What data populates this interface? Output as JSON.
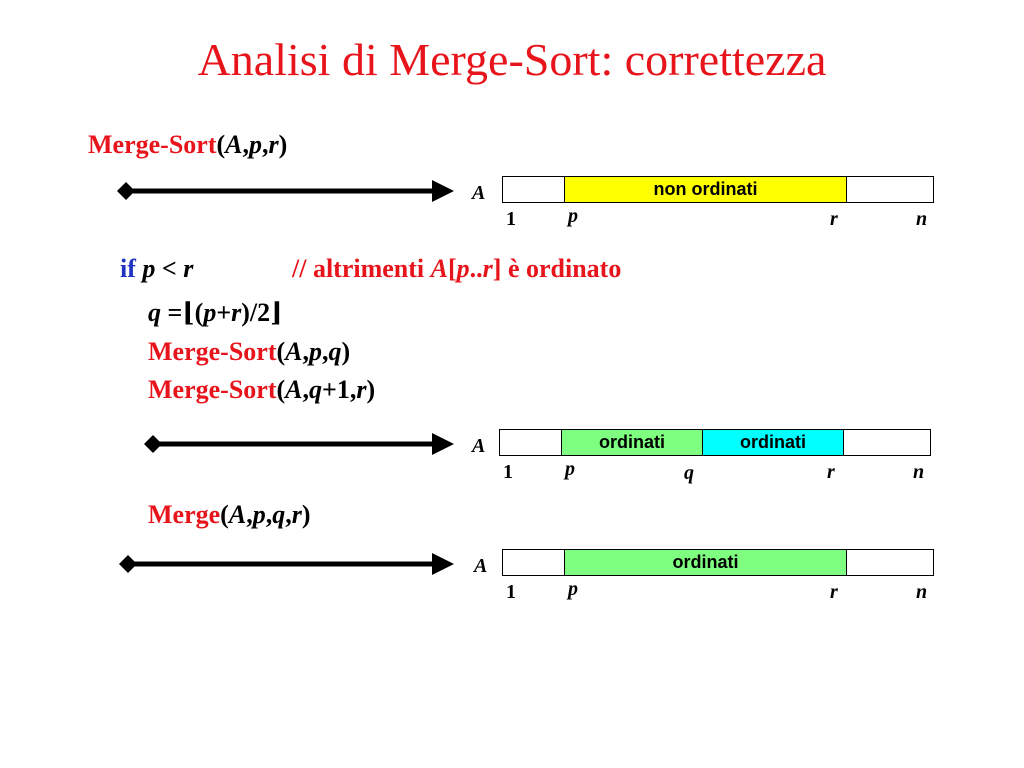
{
  "title": "Analisi di Merge-Sort: correttezza",
  "colors": {
    "title": "#e8141b",
    "keyword": "#2033c2",
    "unsorted_fill": "#ffff00",
    "sorted_fill": "#7fff7f",
    "sorted_alt_fill": "#00ffff"
  },
  "header_call": {
    "name": "Merge-Sort",
    "open": "(",
    "a1": "A",
    "c1": ",",
    "a2": "p",
    "c2": ",",
    "a3": "r",
    "close": ")"
  },
  "code": {
    "if_kw": "if",
    "cond_p": "p",
    "cond_op": " < ",
    "cond_r": "r",
    "comment_pre": "// altrimenti ",
    "comment_A": "A",
    "comment_lb": "[",
    "comment_p": "p",
    "comment_dots": "..",
    "comment_r": "r",
    "comment_post": "] è ordinato",
    "assign_q": "q",
    "assign_eq": " =",
    "assign_floor_l": "⌊",
    "assign_open": "(",
    "assign_p": "p",
    "assign_plus": "+",
    "assign_r": "r",
    "assign_close": ")/2",
    "assign_floor_r": "⌋",
    "call1_name": "Merge-Sort",
    "call1_open": "(",
    "call1_A": "A",
    "call1_c1": ",",
    "call1_p": "p",
    "call1_c2": ",",
    "call1_q": "q",
    "call1_close": ")",
    "call2_name": "Merge-Sort",
    "call2_open": "(",
    "call2_A": "A",
    "call2_c1": ",",
    "call2_q": "q",
    "call2_plus1": "+1,",
    "call2_r": "r",
    "call2_close": ")",
    "merge_name": "Merge",
    "merge_open": "(",
    "merge_A": "A",
    "merge_c1": ",",
    "merge_p": "p",
    "merge_c2": ",",
    "merge_q": "q",
    "merge_c3": ",",
    "merge_r": "r",
    "merge_close": ")"
  },
  "arrays": [
    {
      "label": "A",
      "segments": [
        {
          "text": "",
          "fill": "#ffffff"
        },
        {
          "text": "non ordinati",
          "fill": "#ffff00"
        },
        {
          "text": "",
          "fill": "#ffffff"
        }
      ],
      "indices": {
        "start": "1",
        "p": "p",
        "r": "r",
        "n": "n"
      }
    },
    {
      "label": "A",
      "segments": [
        {
          "text": "",
          "fill": "#ffffff"
        },
        {
          "text": "ordinati",
          "fill": "#7fff7f"
        },
        {
          "text": "ordinati",
          "fill": "#00ffff"
        },
        {
          "text": "",
          "fill": "#ffffff"
        }
      ],
      "indices": {
        "start": "1",
        "p": "p",
        "q": "q",
        "r": "r",
        "n": "n"
      }
    },
    {
      "label": "A",
      "segments": [
        {
          "text": "",
          "fill": "#ffffff"
        },
        {
          "text": "ordinati",
          "fill": "#7fff7f"
        },
        {
          "text": "",
          "fill": "#ffffff"
        }
      ],
      "indices": {
        "start": "1",
        "p": "p",
        "r": "r",
        "n": "n"
      }
    }
  ]
}
